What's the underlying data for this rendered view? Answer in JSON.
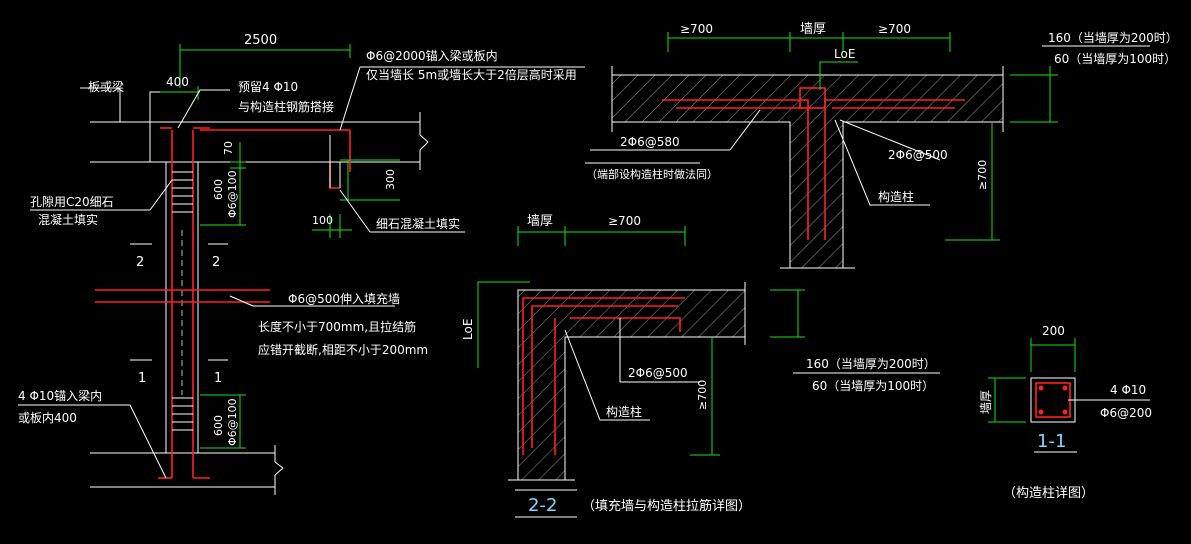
{
  "colors": {
    "background": "#000000",
    "line": "#ffffff",
    "rebar": "#ff2020",
    "dimension": "#19e019",
    "section_label": "#7fd7ff"
  },
  "left": {
    "dim_2500": "2500",
    "dim_400": "400",
    "label_slab_beam": "板或梁",
    "label_prebar_1": "预留4 Φ10",
    "label_prebar_2": "与构造柱钢筋搭接",
    "label_top_note_1": "Φ6@2000锚入梁或板内",
    "label_top_note_2": "仅当墙长 5m或墙长大于2倍层高时采用",
    "dim_70": "70",
    "dim_600_top": "600",
    "label_stirrup_top": "Φ6@100",
    "dim_300": "300",
    "dim_100": "100",
    "label_fill_concrete": "细石混凝土填实",
    "label_hole_1": "孔隙用C20细石",
    "label_hole_2": "混凝土填实",
    "sec2_left": "2",
    "sec2_right": "2",
    "label_tie_1": "Φ6@500伸入填充墙",
    "label_tie_2": "长度不小于700mm,且拉结筋",
    "label_tie_3": "应错开截断,相距不小于200mm",
    "sec1_left": "1",
    "sec1_right": "1",
    "label_bottom_anchor_1": "4 Φ10锚入梁内",
    "label_bottom_anchor_2": "或板内400",
    "dim_600_bottom": "600",
    "label_stirrup_bottom": "Φ6@100"
  },
  "top_right": {
    "dim_ge700_left": "≥700",
    "label_wall_thk": "墙厚",
    "dim_ge700_right": "≥700",
    "label_loe": "LoE",
    "label_160": "160（当墙厚为200时）",
    "label_60": "60（当墙厚为100时）",
    "label_2phi6_580": "2Φ6@580",
    "label_end_note": "（端部设构造柱时做法同）",
    "label_2phi6_500": "2Φ6@500",
    "dim_ge700_v": "≥700",
    "label_column": "构造柱"
  },
  "middle": {
    "label_wall_thk": "墙厚",
    "dim_ge700": "≥700",
    "label_loe": "LoE",
    "label_2phi6_500": "2Φ6@500",
    "dim_ge700_v": "≥700",
    "label_column": "构造柱",
    "label_160": "160（当墙厚为200时）",
    "label_60": "60（当墙厚为100时）",
    "section_id": "2-2",
    "title": "（填充墙与构造柱拉筋详图）"
  },
  "detail": {
    "dim_200": "200",
    "label_wall_thk": "墙厚",
    "label_4phi10": "4 Φ10",
    "label_phi6_200": "Φ6@200",
    "section_id": "1-1",
    "title": "（构造柱详图）"
  }
}
